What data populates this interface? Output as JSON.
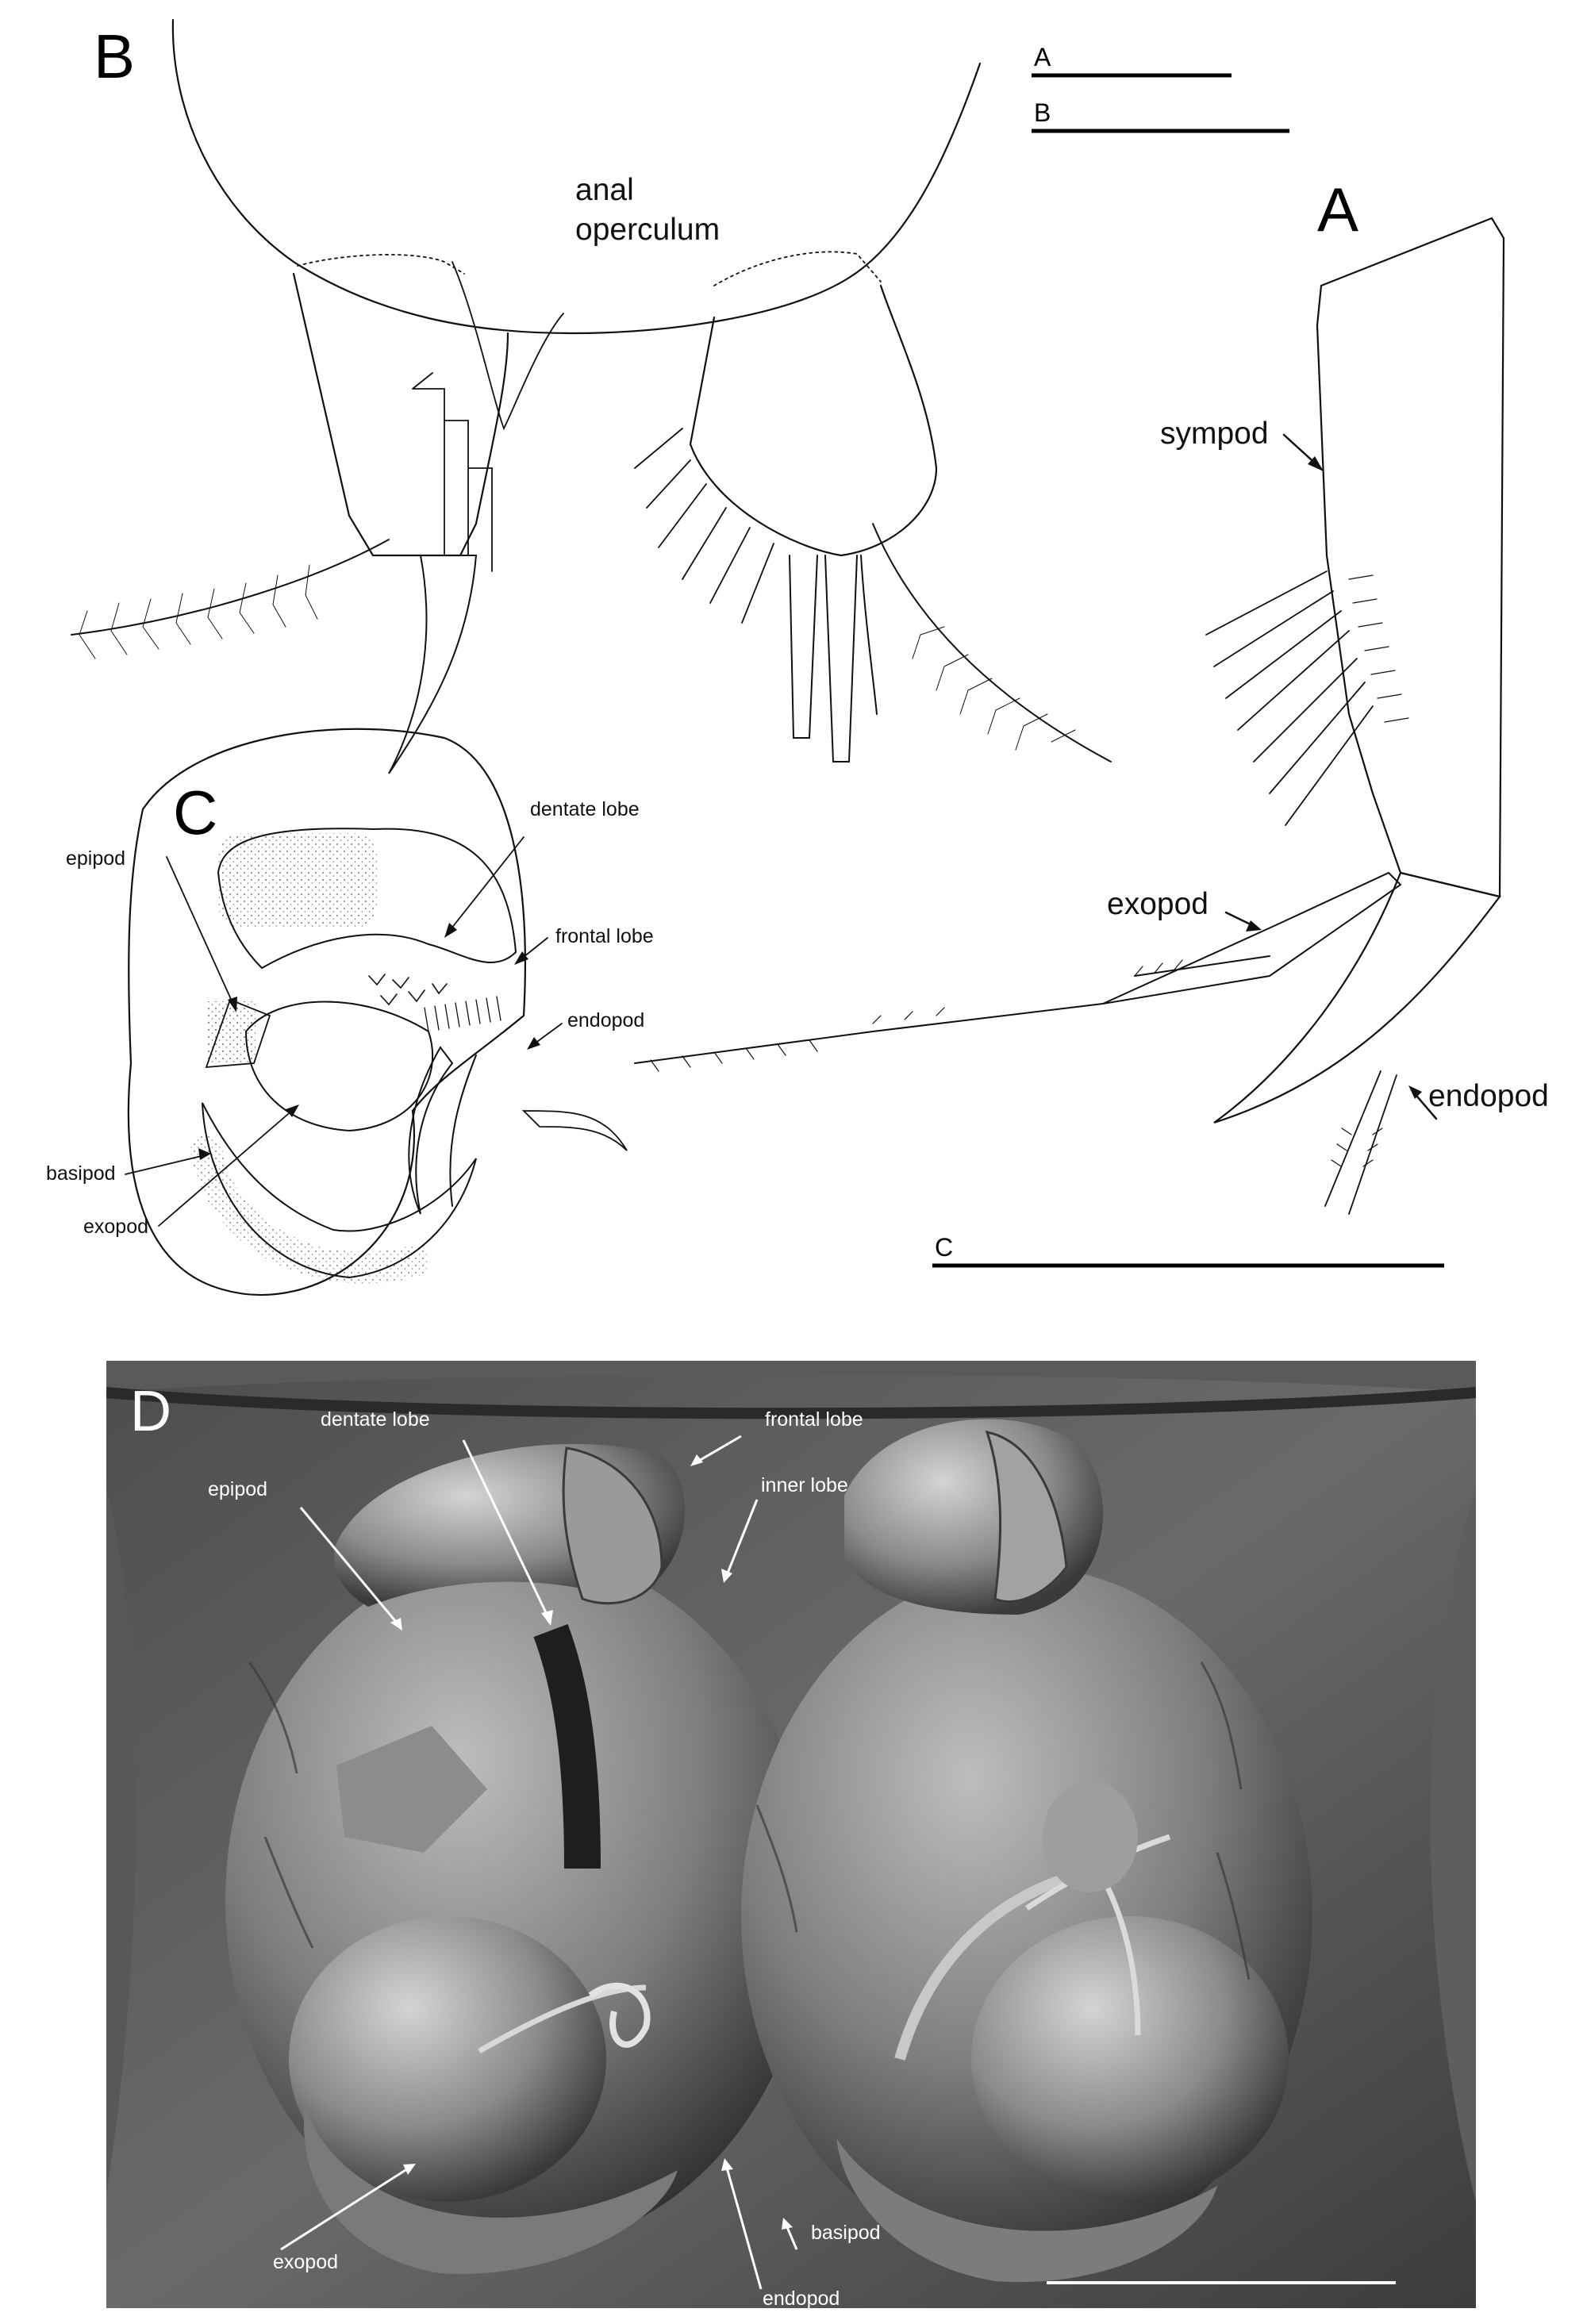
{
  "panels": {
    "a": {
      "letter": "A",
      "labels": {
        "sympod": "sympod",
        "exopod": "exopod",
        "endopod": "endopod"
      }
    },
    "b": {
      "letter": "B",
      "labels": {
        "anal_operculum_1": "anal",
        "anal_operculum_2": "operculum"
      }
    },
    "c": {
      "letter": "C",
      "labels": {
        "dentate_lobe": "dentate lobe",
        "epipod": "epipod",
        "frontal_lobe": "frontal lobe",
        "endopod": "endopod",
        "basipod": "basipod",
        "exopod": "exopod"
      }
    },
    "d": {
      "letter": "D",
      "labels": {
        "dentate_lobe": "dentate lobe",
        "frontal_lobe": "frontal lobe",
        "epipod": "epipod",
        "inner_lobe": "inner lobe",
        "basipod": "basipod",
        "exopod": "exopod",
        "endopod": "endopod"
      }
    }
  },
  "scale_bars": {
    "a": "A",
    "b": "B",
    "c": "C"
  },
  "colors": {
    "ink": "#111111",
    "sem_background": "#3a3a3a",
    "sem_highlight": "#c9c9c9",
    "sem_label": "#ffffff"
  }
}
